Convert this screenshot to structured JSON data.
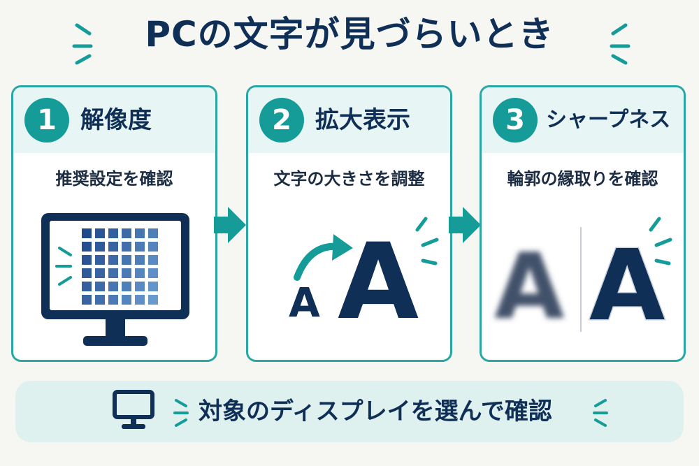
{
  "title": "PCの文字が見づらいとき",
  "colors": {
    "accent": "#169c98",
    "navy": "#0f2f57",
    "border": "#2aa7a5",
    "panel": "#e7f5f4"
  },
  "cards": [
    {
      "number": "1",
      "title": "解像度",
      "subtitle": "推奨設定を確認",
      "icon": "monitor-grid-icon"
    },
    {
      "number": "2",
      "title": "拡大表示",
      "subtitle": "文字の大きさを調整",
      "icon": "text-enlarge-icon",
      "small_letter": "A",
      "large_letter": "A"
    },
    {
      "number": "3",
      "title": "シャープネス",
      "subtitle": "輪郭の縁取りを確認",
      "icon": "sharpness-compare-icon",
      "blurry_letter": "A",
      "sharp_letter": "A"
    }
  ],
  "bottom": {
    "text": "対象のディスプレイを選んで確認",
    "icon": "monitor-icon"
  }
}
